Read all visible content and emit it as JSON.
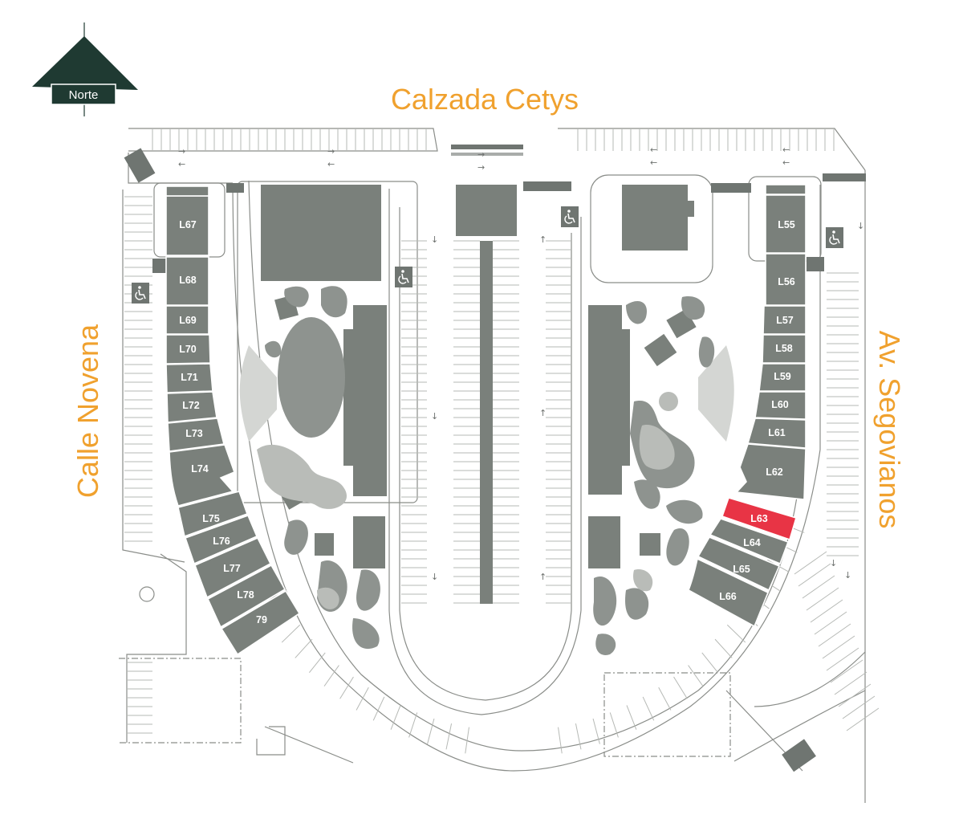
{
  "compass": {
    "label": "Norte"
  },
  "streets": {
    "north": "Calzada Cetys",
    "west": "Calle Novena",
    "east": "Av. Segovianos"
  },
  "icons": {
    "accessible": "accessible-parking-icon",
    "compass": "north-arrow-icon"
  },
  "colors": {
    "street_label": "#f0a12e",
    "building": "#7a807b",
    "highlight": "#e83445",
    "compass": "#1f3a32"
  },
  "highlighted_lot": "L63",
  "lots": {
    "L55": "L55",
    "L56": "L56",
    "L57": "L57",
    "L58": "L58",
    "L59": "L59",
    "L60": "L60",
    "L61": "L61",
    "L62": "L62",
    "L63": "L63",
    "L64": "L64",
    "L65": "L65",
    "L66": "L66",
    "L67": "L67",
    "L68": "L68",
    "L69": "L69",
    "L70": "L70",
    "L71": "L71",
    "L72": "L72",
    "L73": "L73",
    "L74": "L74",
    "L75": "L75",
    "L76": "L76",
    "L77": "L77",
    "L78": "L78",
    "79": "79"
  }
}
